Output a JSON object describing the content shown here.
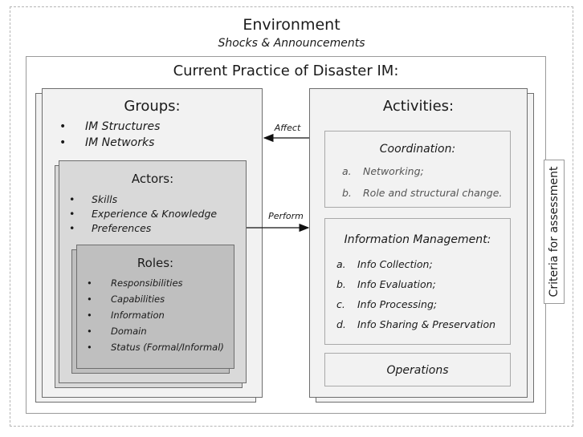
{
  "environment": {
    "title": "Environment",
    "subtitle": "Shocks & Announcements"
  },
  "current_practice": {
    "title": "Current Practice of Disaster IM:"
  },
  "groups": {
    "title": "Groups:",
    "items": [
      "IM Structures",
      "IM Networks"
    ]
  },
  "actors": {
    "title": "Actors:",
    "items": [
      "Skills",
      "Experience & Knowledge",
      "Preferences"
    ]
  },
  "roles": {
    "title": "Roles:",
    "items": [
      "Responsibilities",
      "Capabilities",
      "Information",
      "Domain",
      "Status (Formal/Informal)"
    ]
  },
  "activities": {
    "title": "Activities:",
    "coordination": {
      "title": "Coordination:",
      "items": [
        {
          "marker": "a.",
          "label": "Networking;"
        },
        {
          "marker": "b.",
          "label": "Role and structural change."
        }
      ]
    },
    "information_management": {
      "title": "Information Management:",
      "items": [
        {
          "marker": "a.",
          "label": "Info Collection;"
        },
        {
          "marker": "b.",
          "label": "Info Evaluation;"
        },
        {
          "marker": "c.",
          "label": "Info Processing;"
        },
        {
          "marker": "d.",
          "label": "Info Sharing & Preservation"
        }
      ]
    },
    "operations": {
      "title": "Operations"
    }
  },
  "arrows": {
    "affect_label": "Affect",
    "perform_label": "Perform"
  },
  "criteria": {
    "label": "Criteria for assessment"
  }
}
